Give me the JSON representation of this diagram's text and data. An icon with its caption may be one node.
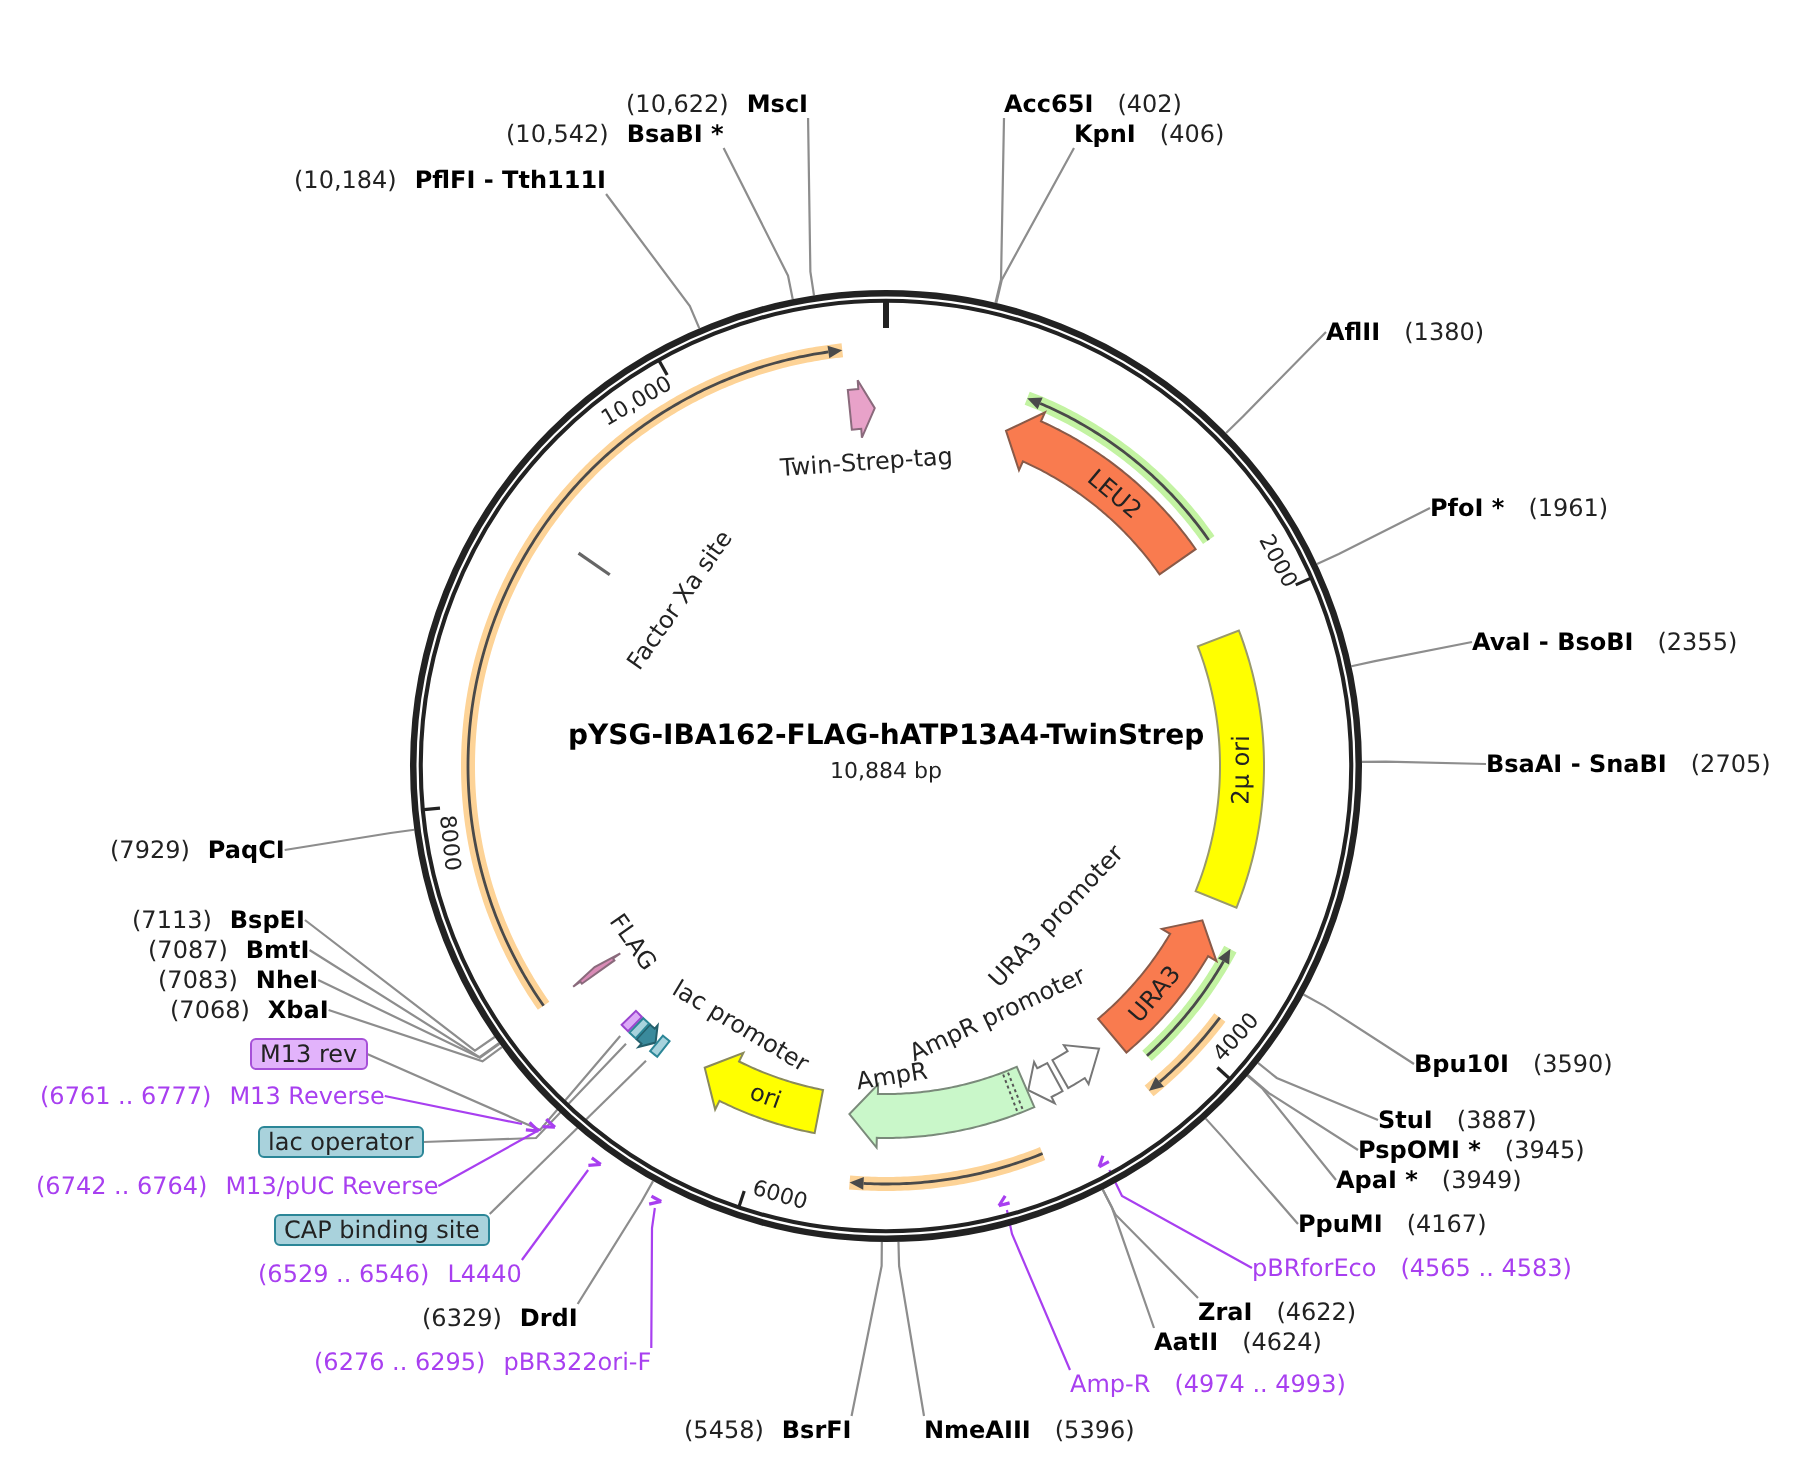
{
  "diagram": {
    "nodes": [
      {
        "text": [
          "pYSG-IBA162-FLAG-hATP13A4-TwinStrep",
          "10,884 bp"
        ]
      },
      {
        "text": [
          "Twin-Strep-tag"
        ],
        "in": 0
      },
      {
        "text": [
          "LEU2"
        ],
        "in": 0
      },
      {
        "text": [
          "2μ ori"
        ],
        "in": 0
      },
      {
        "text": [
          "URA3"
        ],
        "in": 0
      },
      {
        "text": [
          "URA3 promoter"
        ],
        "in": 0
      },
      {
        "text": [
          "AmpR promoter"
        ],
        "in": 0
      },
      {
        "text": [
          "AmpR"
        ],
        "in": 0
      },
      {
        "text": [
          "ori"
        ],
        "in": 0
      },
      {
        "text": [
          "lac promoter"
        ],
        "in": 0
      },
      {
        "text": [],
        "shape": "bar",
        "in": 0
      },
      {
        "text": [],
        "shape": "bar",
        "in": 0
      },
      {
        "text": [],
        "shape": "bar",
        "in": 0
      },
      {
        "text": [
          "FLAG"
        ],
        "in": 0
      },
      {
        "text": [
          "Factor Xa site"
        ],
        "in": 0
      },
      {
        "text": [],
        "shape": "arrow"
      },
      {
        "text": [],
        "shape": "arrow"
      },
      {
        "text": [],
        "shape": "arrow"
      },
      {
        "text": [],
        "shape": "arrow"
      },
      {
        "text": [],
        "shape": "arrow",
        "in": 0
      },
      {
        "text": [],
        "shape": "arrow",
        "in": 0
      },
      {
        "text": [
          "MscI"
        ],
        "beside": [
          "(10,622)"
        ]
      },
      {
        "text": [
          "Acc65I"
        ],
        "beside": [
          "(402)"
        ]
      },
      {
        "text": [
          "BsaBI *"
        ],
        "beside": [
          "(10,542)"
        ]
      },
      {
        "text": [
          "KpnI"
        ],
        "beside": [
          "(406)"
        ]
      },
      {
        "text": [
          "PflFI - Tth111I"
        ],
        "beside": [
          "(10,184)"
        ]
      },
      {
        "text": [
          "AflII"
        ],
        "beside": [
          "(1380)"
        ]
      },
      {
        "text": [
          "PfoI *"
        ],
        "beside": [
          "(1961)"
        ]
      },
      {
        "text": [
          "AvaI - BsoBI"
        ],
        "beside": [
          "(2355)"
        ]
      },
      {
        "text": [
          "BsaAI - SnaBI"
        ],
        "beside": [
          "(2705)"
        ]
      },
      {
        "text": [
          "PaqCI"
        ],
        "beside": [
          "(7929)"
        ]
      },
      {
        "text": [
          "BspEI"
        ],
        "beside": [
          "(7113)"
        ]
      },
      {
        "text": [
          "BmtI"
        ],
        "beside": [
          "(7087)"
        ]
      },
      {
        "text": [
          "NheI"
        ],
        "beside": [
          "(7083)"
        ]
      },
      {
        "text": [
          "XbaI"
        ],
        "beside": [
          "(7068)"
        ]
      },
      {
        "text": [
          "M13 rev"
        ]
      },
      {
        "text": [
          "Bpu10I"
        ],
        "beside": [
          "(3590)"
        ]
      },
      {
        "text": [
          "M13 Reverse"
        ],
        "beside": [
          "(6761 .. 6777)"
        ]
      },
      {
        "text": [
          "StuI"
        ],
        "beside": [
          "(3887)"
        ]
      },
      {
        "text": [
          "lac operator"
        ]
      },
      {
        "text": [
          "PspOMI *"
        ],
        "beside": [
          "(3945)"
        ]
      },
      {
        "text": [
          "ApaI *"
        ],
        "beside": [
          "(3949)"
        ]
      },
      {
        "text": [
          "M13/pUC Reverse"
        ],
        "beside": [
          "(6742 .. 6764)"
        ]
      },
      {
        "text": [
          "PpuMI"
        ],
        "beside": [
          "(4167)"
        ]
      },
      {
        "text": [
          "CAP binding site"
        ]
      },
      {
        "text": [
          "pBRforEco"
        ],
        "beside": [
          "(4565 .. 4583)"
        ]
      },
      {
        "text": [
          "L4440"
        ],
        "beside": [
          "(6529 .. 6546)"
        ]
      },
      {
        "text": [
          "ZraI"
        ],
        "beside": [
          "(4622)"
        ]
      },
      {
        "text": [
          "DrdI"
        ],
        "beside": [
          "(6329)"
        ]
      },
      {
        "text": [
          "AatII"
        ],
        "beside": [
          "(4624)"
        ]
      },
      {
        "text": [
          "pBR322ori-F"
        ],
        "beside": [
          "(6276 .. 6295)"
        ]
      },
      {
        "text": [
          "Amp-R"
        ],
        "beside": [
          "(4974 .. 4993)"
        ]
      },
      {
        "text": [
          "BsrFI"
        ],
        "beside": [
          "(5458)"
        ]
      },
      {
        "text": [
          "NmeAIII"
        ],
        "beside": [
          "(5396)"
        ]
      }
    ],
    "edges": [
      {
        "from": 21,
        "to": 0,
        "arrow": "none"
      },
      {
        "from": 22,
        "to": 0,
        "arrow": "none"
      },
      {
        "from": 23,
        "to": 0,
        "arrow": "none"
      },
      {
        "from": 24,
        "to": 0,
        "arrow": "none"
      },
      {
        "from": 25,
        "to": 0,
        "arrow": "none"
      },
      {
        "from": 26,
        "to": 0,
        "arrow": "none"
      },
      {
        "from": 27,
        "to": 0,
        "arrow": "none"
      },
      {
        "from": 28,
        "to": 0,
        "arrow": "none"
      },
      {
        "from": 29,
        "to": 0,
        "arrow": "none"
      },
      {
        "from": 30,
        "to": 0,
        "arrow": "none"
      },
      {
        "from": 31,
        "to": 0,
        "arrow": "none"
      },
      {
        "from": 32,
        "to": 0,
        "arrow": "none"
      },
      {
        "from": 33,
        "to": 0,
        "arrow": "none"
      },
      {
        "from": 34,
        "to": 0,
        "arrow": "none"
      },
      {
        "from": 35,
        "to": 10,
        "arrow": "none"
      },
      {
        "from": 36,
        "to": 0,
        "arrow": "none"
      },
      {
        "from": 37,
        "to": 15,
        "arrow": "none",
        "color": "#a83ff0"
      },
      {
        "from": 38,
        "to": 0,
        "arrow": "none"
      },
      {
        "from": 39,
        "to": 11,
        "arrow": "none"
      },
      {
        "from": 40,
        "to": 0,
        "arrow": "none"
      },
      {
        "from": 41,
        "to": 0,
        "arrow": "none"
      },
      {
        "from": 42,
        "to": 16,
        "arrow": "none",
        "color": "#a83ff0"
      },
      {
        "from": 43,
        "to": 0,
        "arrow": "none"
      },
      {
        "from": 44,
        "to": 12,
        "arrow": "none"
      },
      {
        "from": 45,
        "to": 20,
        "arrow": "none",
        "color": "#a83ff0"
      },
      {
        "from": 46,
        "to": 17,
        "arrow": "none",
        "color": "#a83ff0"
      },
      {
        "from": 47,
        "to": 0,
        "arrow": "none"
      },
      {
        "from": 48,
        "to": 0,
        "arrow": "none"
      },
      {
        "from": 49,
        "to": 0,
        "arrow": "none"
      },
      {
        "from": 50,
        "to": 18,
        "arrow": "none",
        "color": "#a83ff0"
      },
      {
        "from": 51,
        "to": 19,
        "arrow": "none",
        "color": "#a83ff0"
      },
      {
        "from": 52,
        "to": 0,
        "arrow": "none"
      },
      {
        "from": 53,
        "to": 0,
        "arrow": "none"
      }
    ],
    "labels": [
      "10,000",
      "2000",
      "8000",
      "4000",
      "6000"
    ]
  }
}
